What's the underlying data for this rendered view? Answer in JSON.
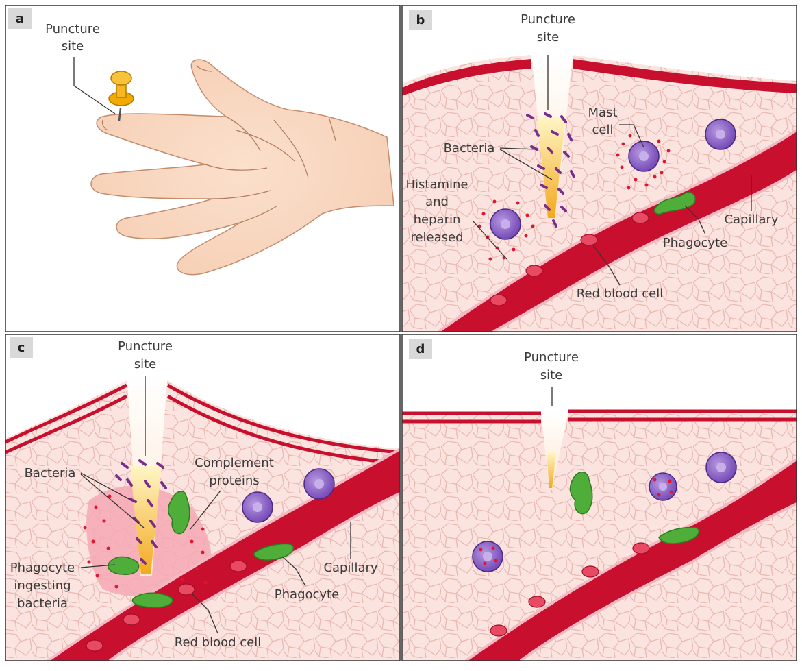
{
  "panels": {
    "a": {
      "badge": "a",
      "labels": {
        "puncture_line1": "Puncture",
        "puncture_line2": "site"
      }
    },
    "b": {
      "badge": "b",
      "labels": {
        "puncture_line1": "Puncture",
        "puncture_line2": "site",
        "mast_line1": "Mast",
        "mast_line2": "cell",
        "bacteria": "Bacteria",
        "histamine_line1": "Histamine",
        "histamine_line2": "and",
        "histamine_line3": "heparin",
        "histamine_line4": "released",
        "capillary": "Capillary",
        "phagocyte": "Phagocyte",
        "red_blood_cell": "Red blood cell"
      }
    },
    "c": {
      "badge": "c",
      "labels": {
        "puncture_line1": "Puncture",
        "puncture_line2": "site",
        "complement_line1": "Complement",
        "complement_line2": "proteins",
        "bacteria": "Bacteria",
        "ingesting_line1": "Phagocyte",
        "ingesting_line2": "ingesting",
        "ingesting_line3": "bacteria",
        "capillary": "Capillary",
        "phagocyte": "Phagocyte",
        "red_blood_cell": "Red blood cell"
      }
    },
    "d": {
      "badge": "d",
      "labels": {
        "puncture_line1": "Puncture",
        "puncture_line2": "site"
      }
    }
  },
  "colors": {
    "tissue": "#fbe4e0",
    "tissue_line": "#e9b9b2",
    "skin_top": "#c8102e",
    "vessel": "#c8102e",
    "vessel_dark": "#a00c25",
    "mast_cell": "#8a5cc2",
    "bacteria": "#7a2d8c",
    "phagocyte": "#3e9a2e",
    "pus": "#f7b53b",
    "granules": "#e3142f",
    "pin": "#f2a900"
  }
}
